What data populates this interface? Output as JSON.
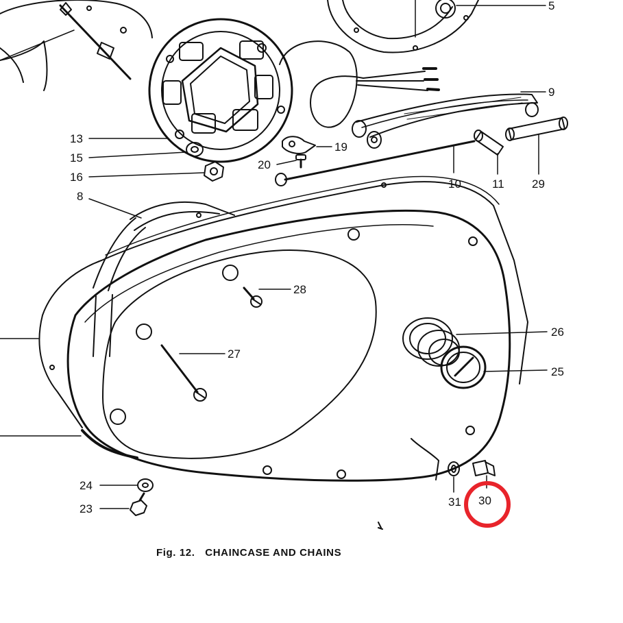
{
  "caption": {
    "fig_label": "Fig. 12.",
    "title": "CHAINCASE AND CHAINS"
  },
  "part_labels": {
    "p5": "5",
    "p8": "8",
    "p9": "9",
    "p10": "10",
    "p11": "11",
    "p13": "13",
    "p15": "15",
    "p16": "16",
    "p19": "19",
    "p20": "20",
    "p23": "23",
    "p24": "24",
    "p25": "25",
    "p26": "26",
    "p27": "27",
    "p28": "28",
    "p29": "29",
    "p30": "30",
    "p31": "31"
  },
  "highlight": {
    "target_part": "30",
    "color": "#e8242b"
  }
}
